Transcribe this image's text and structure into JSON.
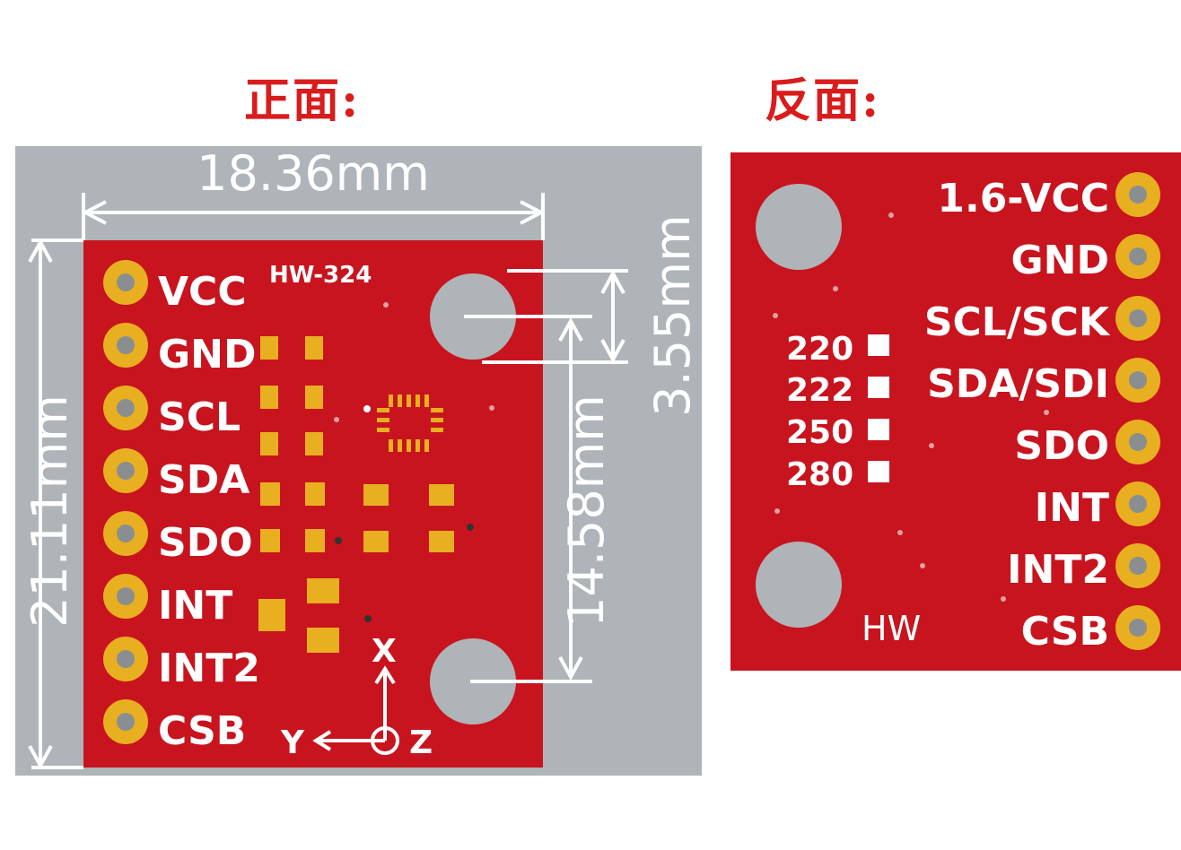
{
  "titles": {
    "front": "正面:",
    "back": "反面:"
  },
  "front": {
    "board_label": "HW-324",
    "pins": [
      "VCC",
      "GND",
      "SCL",
      "SDA",
      "SDO",
      "INT",
      "INT2",
      "CSB"
    ],
    "dimensions": {
      "width": "18.36mm",
      "height": "21.11mm",
      "hole_spacing": "14.58mm",
      "hole_diameter": "3.55mm"
    },
    "axes": {
      "x": "X",
      "y": "Y",
      "z": "Z"
    }
  },
  "back": {
    "pins": [
      "1.6-VCC",
      "GND",
      "SCL/SCK",
      "SDA/SDI",
      "SDO",
      "INT",
      "INT2",
      "CSB"
    ],
    "variants": [
      "220",
      "222",
      "250",
      "280"
    ],
    "logo": "HW"
  },
  "colors": {
    "pcb": "#c8141e",
    "pad": "#e8b020",
    "background_plate": "#aeb4b8",
    "title": "#d91c1c"
  }
}
